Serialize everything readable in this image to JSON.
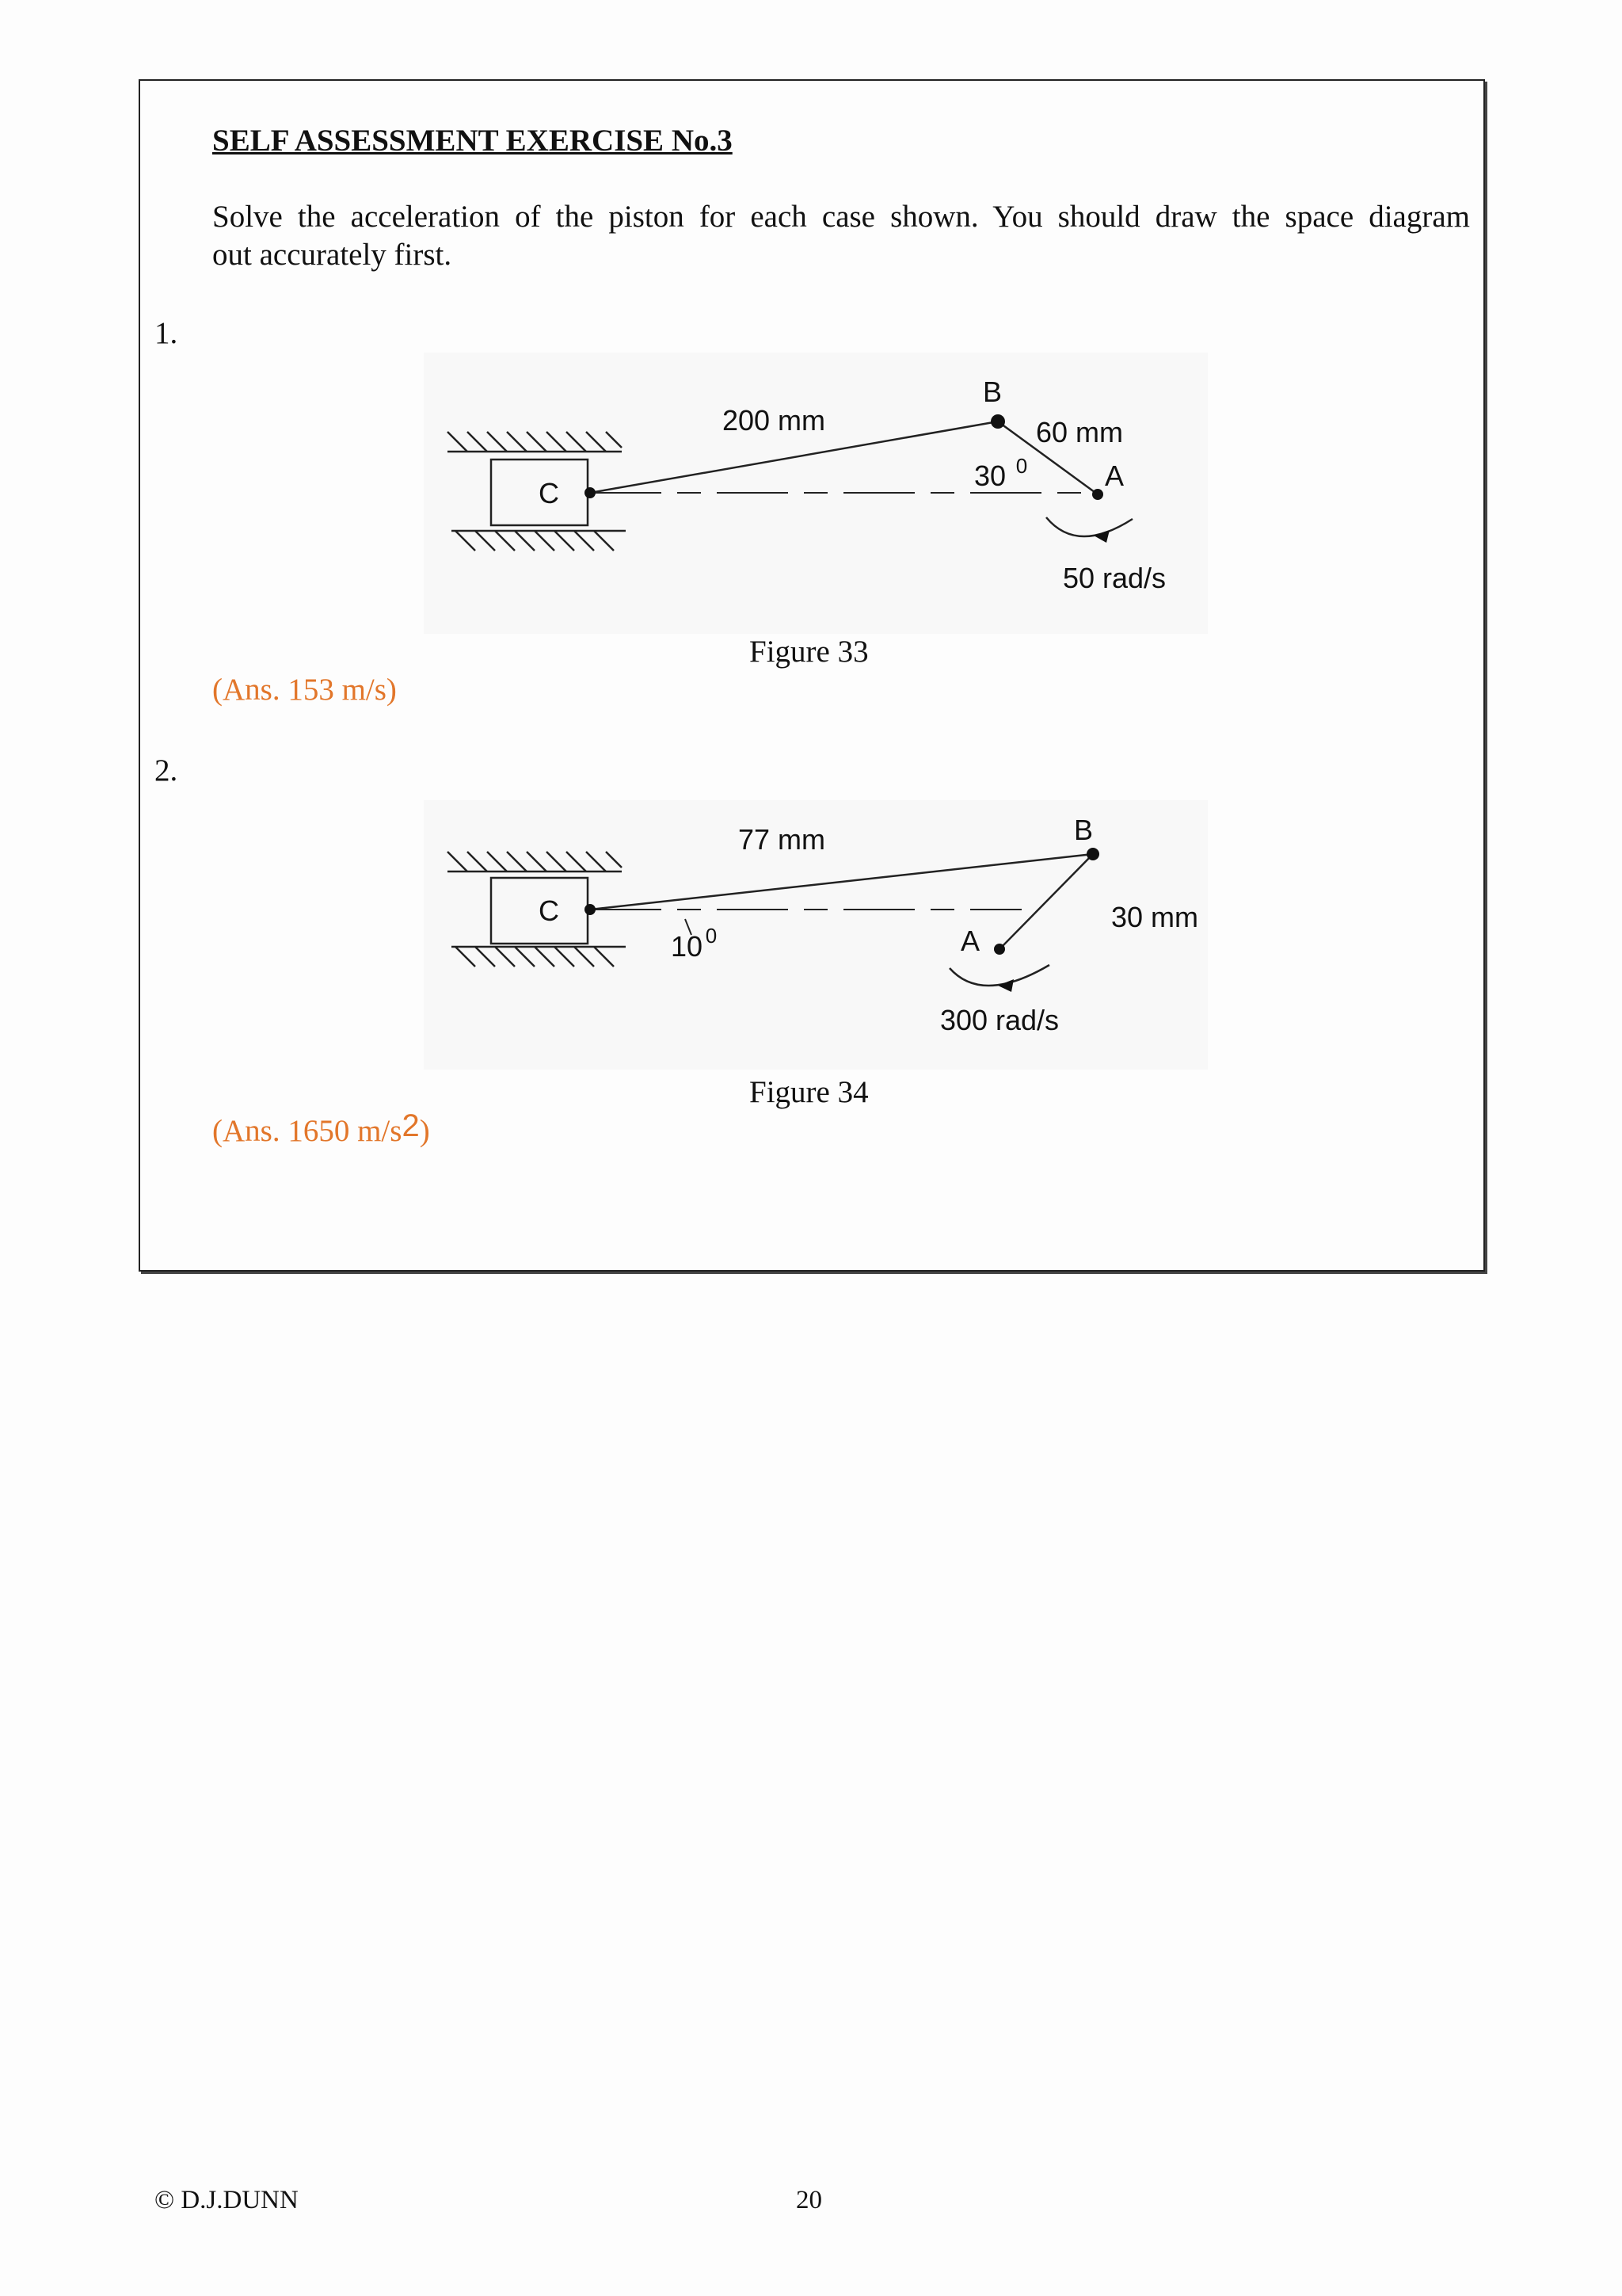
{
  "exercise": {
    "title": "SELF ASSESSMENT EXERCISE No.3",
    "intro_line1": "Solve the acceleration of the piston for each case shown. You should draw the space diagram",
    "intro_line2": "out accurately first."
  },
  "problems": [
    {
      "number": "1.",
      "figure": {
        "caption": "Figure 33",
        "labels": {
          "piston": "C",
          "joint_b": "B",
          "crank_pivot": "A",
          "rod_length": "200 mm",
          "crank_length": "60 mm",
          "angle": "30",
          "angle_unit": "0",
          "speed": "50 rad/s"
        }
      },
      "answer": "(Ans. 153 m/s)"
    },
    {
      "number": "2.",
      "figure": {
        "caption": "Figure 34",
        "labels": {
          "piston": "C",
          "joint_b": "B",
          "crank_pivot": "A",
          "rod_length": "77 mm",
          "crank_length": "30 mm",
          "angle": "10",
          "angle_unit": "0",
          "speed": "300 rad/s"
        }
      },
      "answer": "(Ans. 1650 m/s",
      "answer_exp": "2",
      "answer_close": ")"
    }
  ],
  "footer": {
    "copyright": "© D.J.DUNN",
    "page_number": "20"
  }
}
